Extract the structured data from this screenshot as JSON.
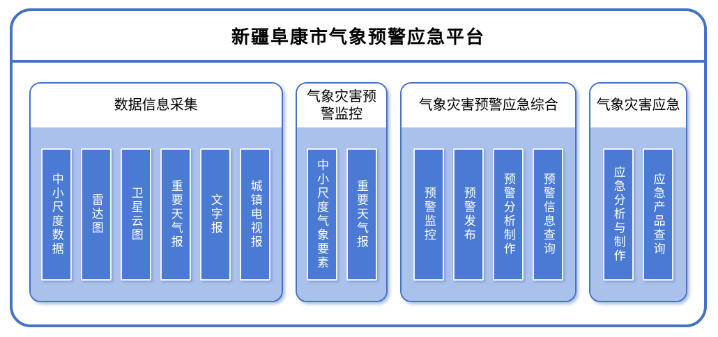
{
  "title": "新疆阜康市气象预警应急平台",
  "colors": {
    "border_blue": "#4472C4",
    "group_body_blue": "#AAC1EB",
    "node_blue": "#4A7AD4",
    "node_border": "#F0F4FC",
    "text_dark": "#000000",
    "text_light": "#FFFFFF"
  },
  "groups": [
    {
      "header": "数据信息采集",
      "items": [
        "中小尺度数据",
        "雷达图",
        "卫星云图",
        "重要天气报",
        "文字报",
        "城镇电视报"
      ]
    },
    {
      "header": "气象灾害预警监控",
      "items": [
        "中小尺度气象要素",
        "重要天气报"
      ]
    },
    {
      "header": "气象灾害预警应急综合",
      "items": [
        "预警监控",
        "预警发布",
        "预警分析制作",
        "预警信息查询"
      ]
    },
    {
      "header": "气象灾害应急",
      "items": [
        "应急分析与制作",
        "应急产品查询"
      ]
    }
  ]
}
